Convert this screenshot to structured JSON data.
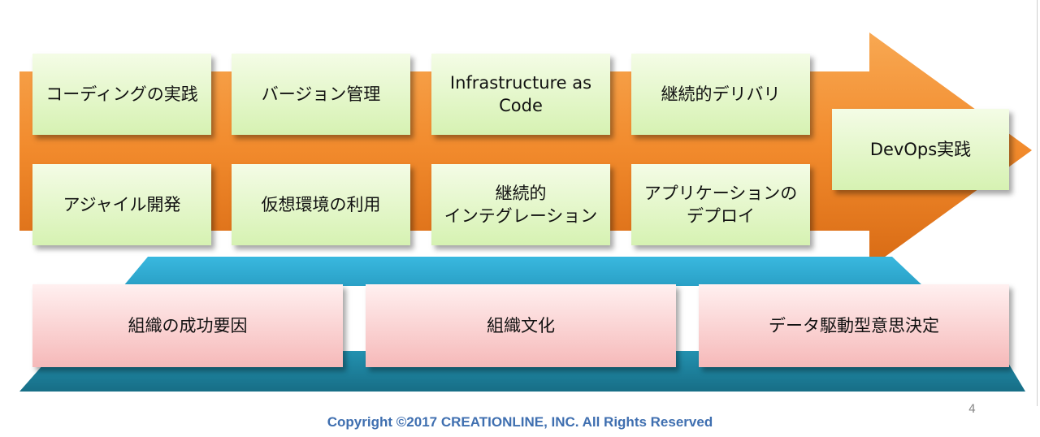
{
  "colors": {
    "arrow_light": "#f7a04a",
    "arrow_dark": "#dd6e16",
    "platform_top": "#31aed6",
    "platform_dark": "#1b7f98",
    "green_box": "#daf4b8",
    "pink_box": "#f8c3c3",
    "copyright": "#3f6fb0"
  },
  "practices": [
    "コーディングの実践",
    "バージョン管理",
    "Infrastructure as\nCode",
    "継続的デリバリ",
    "アジャイル開発",
    "仮想環境の利用",
    "継続的\nインテグレーション",
    "アプリケーションの\nデプロイ"
  ],
  "goal": "DevOps実践",
  "foundations": [
    "組織の成功要因",
    "組織文化",
    "データ駆動型意思決定"
  ],
  "page_number": "4",
  "copyright": "Copyright ©2017 CREATIONLINE, INC. All Rights Reserved"
}
